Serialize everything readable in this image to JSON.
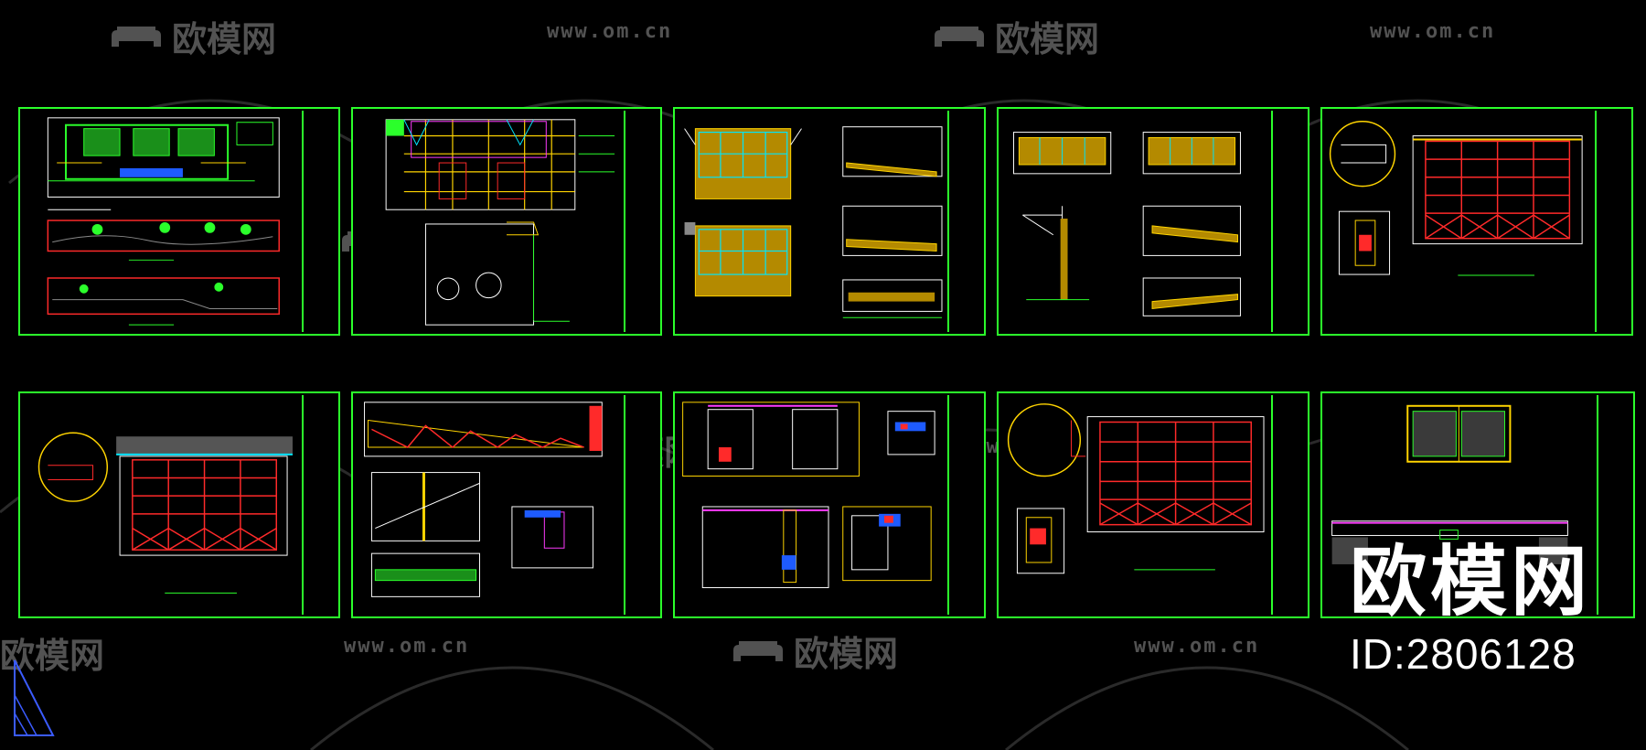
{
  "watermark": {
    "brand": "欧模网",
    "url": "www.om.cn"
  },
  "badge": {
    "title": "欧模网",
    "id_label": "ID:2806128"
  },
  "colors": {
    "background": "#000000",
    "sheet_border": "#2bff2b",
    "watermark": "#969696",
    "badge_text": "#ffffff",
    "cad_yellow": "#ffd400",
    "cad_red": "#ff2a2a",
    "cad_cyan": "#00e6ff",
    "cad_magenta": "#ff3bff"
  },
  "icons": {
    "watermark_logo": "sofa-logo-icon",
    "ucs": "ucs-axis-icon"
  },
  "sheets": [
    {
      "row": 1,
      "col": 1,
      "kind": "landscape-plan-and-sections"
    },
    {
      "row": 1,
      "col": 2,
      "kind": "building-facade-elevation"
    },
    {
      "row": 1,
      "col": 3,
      "kind": "wall-elevations-with-sections"
    },
    {
      "row": 1,
      "col": 4,
      "kind": "elevations-and-details"
    },
    {
      "row": 1,
      "col": 5,
      "kind": "frame-elevation-with-detail-circle"
    },
    {
      "row": 2,
      "col": 1,
      "kind": "frame-elevation-with-detail-circle"
    },
    {
      "row": 2,
      "col": 2,
      "kind": "roof-truss-section-and-details"
    },
    {
      "row": 2,
      "col": 3,
      "kind": "construction-details"
    },
    {
      "row": 2,
      "col": 4,
      "kind": "frame-elevation-with-detail-circle"
    },
    {
      "row": 2,
      "col": 5,
      "kind": "window-elevation-and-section"
    }
  ]
}
